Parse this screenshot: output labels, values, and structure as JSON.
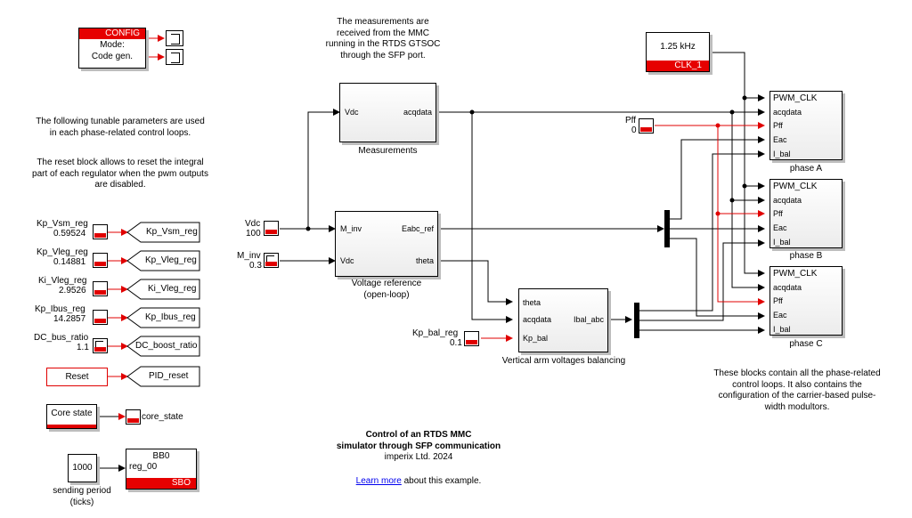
{
  "config": {
    "title": "CONFIG",
    "mode_line1": "Mode:",
    "mode_line2": "Code gen."
  },
  "notes": {
    "params_line1": "The following tunable parameters are used",
    "params_line2": "in each phase-related control loops.",
    "reset_line1": "The reset block allows to reset the integral",
    "reset_line2": "part of each regulator when the pwm outputs",
    "reset_line3": "are disabled.",
    "meas_line1": "The measurements are",
    "meas_line2": "received from the MMC",
    "meas_line3": "running in the RTDS GTSOC",
    "meas_line4": "through the SFP port.",
    "phase_line1": "These blocks contain all the phase-related",
    "phase_line2": "control loops. It also contains the",
    "phase_line3": "configuration of the carrier-based pulse-",
    "phase_line4": "width modultors."
  },
  "params": [
    {
      "name": "Kp_Vsm_reg",
      "value": "0.59524",
      "goto": "Kp_Vsm_reg"
    },
    {
      "name": "Kp_Vleg_reg",
      "value": "0.14881",
      "goto": "Kp_Vleg_reg"
    },
    {
      "name": "Ki_Vleg_reg",
      "value": "2.9526",
      "goto": "Ki_Vleg_reg"
    },
    {
      "name": "Kp_Ibus_reg",
      "value": "14.2857",
      "goto": "Kp_Ibus_reg"
    },
    {
      "name": "DC_bus_ratio",
      "value": "1.1",
      "goto": "DC_boost_ratio"
    }
  ],
  "reset": {
    "label": "Reset",
    "goto": "PID_reset"
  },
  "core": {
    "label": "Core state",
    "out": "core_state"
  },
  "bb": {
    "const": "1000",
    "title": "BB0",
    "port": "reg_00",
    "footer": "SBO",
    "caption1": "sending period",
    "caption2": "(ticks)"
  },
  "measurements": {
    "in": "Vdc",
    "out": "acqdata",
    "name": "Measurements"
  },
  "inputs": {
    "vdc_name": "Vdc",
    "vdc_value": "100",
    "minv_name": "M_inv",
    "minv_value": "0.3"
  },
  "vref": {
    "in1": "M_inv",
    "in2": "Vdc",
    "out1": "Eabc_ref",
    "out2": "theta",
    "name1": "Voltage reference",
    "name2": "(open-loop)"
  },
  "bal": {
    "in1": "theta",
    "in2": "acqdata",
    "in3": "Kp_bal",
    "out": "Ibal_abc",
    "name": "Vertical arm voltages balancing",
    "kp_name": "Kp_bal_reg",
    "kp_value": "0.1"
  },
  "clock": {
    "freq": "1.25 kHz",
    "name": "CLK_1"
  },
  "pff": {
    "name": "Pff",
    "value": "0"
  },
  "phases": [
    {
      "name": "phase A",
      "ports": [
        "PWM_CLK",
        "acqdata",
        "Pff",
        "Eac",
        "I_bal"
      ]
    },
    {
      "name": "phase B",
      "ports": [
        "PWM_CLK",
        "acqdata",
        "Pff",
        "Eac",
        "I_bal"
      ]
    },
    {
      "name": "phase C",
      "ports": [
        "PWM_CLK",
        "acqdata",
        "Pff",
        "Eac",
        "I_bal"
      ]
    }
  ],
  "title": {
    "line1": "Control of an RTDS MMC",
    "line2": "simulator through SFP communication",
    "line3": "imperix Ltd. 2024",
    "link": "Learn more",
    "link_suffix": " about this example."
  }
}
